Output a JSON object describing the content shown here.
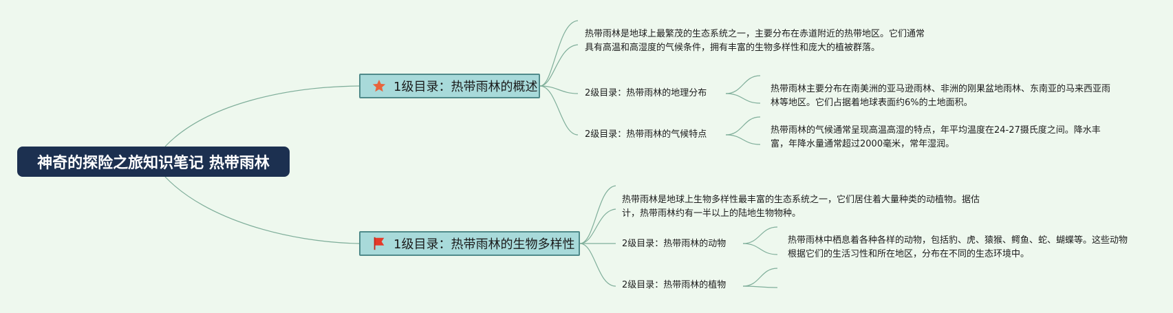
{
  "root": {
    "title": "神奇的探险之旅知识笔记 热带雨林"
  },
  "branches": [
    {
      "title": "1级目录：热带雨林的概述",
      "icon": "star-icon",
      "intro": "热带雨林是地球上最繁茂的生态系统之一，主要分布在赤道附近的热带地区。它们通常具有高温和高湿度的气候条件，拥有丰富的生物多样性和庞大的植被群落。",
      "children": [
        {
          "title": "2级目录：热带雨林的地理分布",
          "detail": "热带雨林主要分布在南美洲的亚马逊雨林、非洲的刚果盆地雨林、东南亚的马来西亚雨林等地区。它们占据着地球表面约6%的土地面积。"
        },
        {
          "title": "2级目录：热带雨林的气候特点",
          "detail": "热带雨林的气候通常呈现高温高湿的特点，年平均温度在24-27摄氏度之间。降水丰富，年降水量通常超过2000毫米，常年湿润。"
        }
      ]
    },
    {
      "title": "1级目录：热带雨林的生物多样性",
      "icon": "flag-icon",
      "intro": "热带雨林是地球上生物多样性最丰富的生态系统之一，它们居住着大量种类的动植物。据估计，热带雨林约有一半以上的陆地生物物种。",
      "children": [
        {
          "title": "2级目录：热带雨林的动物",
          "detail": "热带雨林中栖息着各种各样的动物，包括豹、虎、猿猴、鳄鱼、蛇、蝴蝶等。这些动物根据它们的生活习性和所在地区，分布在不同的生态环境中。"
        },
        {
          "title": "2级目录：热带雨林的植物",
          "detail": ""
        }
      ]
    }
  ],
  "colors": {
    "root_bg": "#1c3050",
    "node_bg": "#a8dada",
    "node_border": "#4f8a8a",
    "link": "#7fae9a",
    "star": "#e8643c",
    "flag": "#e53a2a"
  }
}
